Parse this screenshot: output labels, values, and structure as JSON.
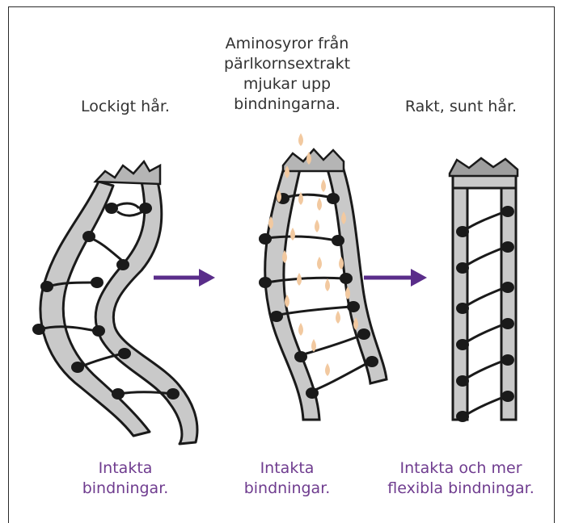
{
  "labels": {
    "curly_hair": "Lockigt hår.",
    "amino_line1": "Aminosyror från",
    "amino_line2": "pärlkornsextrakt",
    "amino_line3": "mjukar upp",
    "amino_line4": "bindningarna.",
    "straight_hair": "Rakt, sunt hår.",
    "bonds_left_1": "Intakta",
    "bonds_left_2": "bindningar.",
    "bonds_mid_1": "Intakta",
    "bonds_mid_2": "bindningar.",
    "bonds_right_1": "Intakta och mer",
    "bonds_right_2": "flexibla bindningar."
  },
  "colors": {
    "arrow": "#5a2d8a",
    "caption": "#6f3c8f",
    "text": "#333333",
    "strand_fill": "#c9c9c9",
    "link": "#1a1a1a",
    "droplet": "#f2c9a0"
  },
  "icons": [
    "hair-strand-curly",
    "hair-strand-softening",
    "hair-strand-straight",
    "arrow-right-icon",
    "chain-bond-icon",
    "droplet-icon"
  ]
}
